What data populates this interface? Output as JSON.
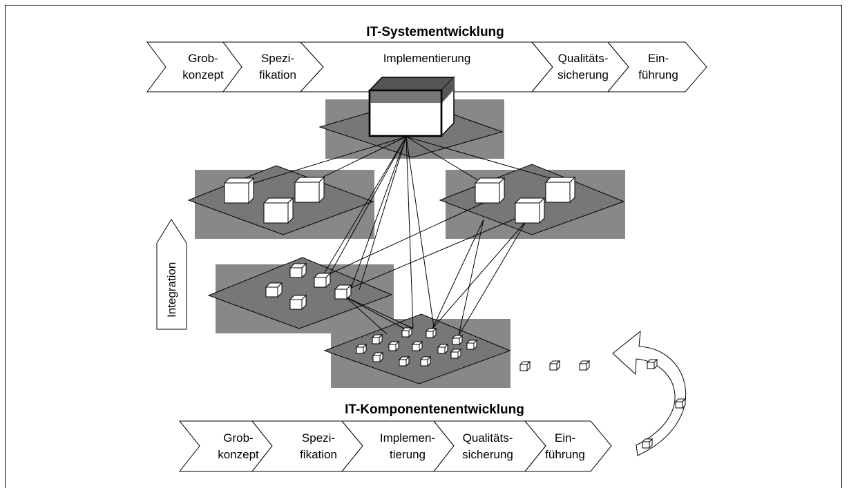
{
  "system": {
    "title": "IT-Systementwicklung",
    "phases": [
      {
        "line1": "Grob-",
        "line2": "konzept"
      },
      {
        "line1": "Spezi-",
        "line2": "fikation"
      },
      {
        "line1": "Implementierung",
        "line2": ""
      },
      {
        "line1": "Qualitäts-",
        "line2": "sicherung"
      },
      {
        "line1": "Ein-",
        "line2": "führung"
      }
    ]
  },
  "component": {
    "title": "IT-Komponentenentwicklung",
    "phases": [
      {
        "line1": "Grob-",
        "line2": "konzept"
      },
      {
        "line1": "Spezi-",
        "line2": "fikation"
      },
      {
        "line1": "Implemen-",
        "line2": "tierung"
      },
      {
        "line1": "Qualitäts-",
        "line2": "sicherung"
      },
      {
        "line1": "Ein-",
        "line2": "führung"
      }
    ]
  },
  "integration": {
    "label": "Integration"
  },
  "colors": {
    "platform": "#888888",
    "shadow": "#666666",
    "cube_top": "#777777",
    "white": "#ffffff"
  }
}
